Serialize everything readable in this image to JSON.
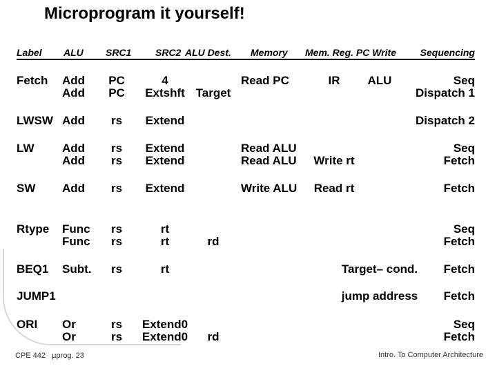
{
  "slide": {
    "title": "Microprogram it yourself!",
    "footer_left": "CPE 442   µprog. 23",
    "footer_right": "Intro. To Computer Architecture"
  },
  "table": {
    "headers": [
      "Label",
      "ALU",
      "SRC1",
      "SRC2",
      "ALU Dest.",
      "Memory",
      "Mem. Reg. PC Write",
      "Sequencing"
    ],
    "columns": [
      "label",
      "alu",
      "src1",
      "src2",
      "alu_dest",
      "memory",
      "mem_reg",
      "pc_write",
      "sequencing"
    ],
    "rows": [
      {
        "label": [
          "Fetch"
        ],
        "alu": [
          "Add",
          "Add"
        ],
        "src1": [
          "PC",
          "PC"
        ],
        "src2": [
          "4",
          "Extshft"
        ],
        "alu_dest": [
          "",
          "Target"
        ],
        "memory": [
          "Read PC"
        ],
        "mem_reg": [
          "IR"
        ],
        "pc_write": [
          "ALU"
        ],
        "sequencing": [
          "Seq",
          "Dispatch 1"
        ]
      },
      {
        "label": [
          "LWSW"
        ],
        "alu": [
          "Add"
        ],
        "src1": [
          "rs"
        ],
        "src2": [
          "Extend"
        ],
        "sequencing": [
          "Dispatch 2"
        ]
      },
      {
        "label": [
          "LW"
        ],
        "alu": [
          "Add",
          "Add"
        ],
        "src1": [
          "rs",
          "rs"
        ],
        "src2": [
          "Extend",
          "Extend"
        ],
        "memory": [
          "Read ALU",
          "Read ALU"
        ],
        "mem_reg": [
          "",
          "Write rt"
        ],
        "sequencing": [
          "Seq",
          "Fetch"
        ]
      },
      {
        "label": [
          "SW"
        ],
        "alu": [
          "Add"
        ],
        "src1": [
          "rs"
        ],
        "src2": [
          "Extend"
        ],
        "memory": [
          "Write ALU"
        ],
        "mem_reg": [
          "Read rt"
        ],
        "sequencing": [
          "Fetch"
        ]
      },
      {
        "label": [
          "Rtype"
        ],
        "alu": [
          "Func",
          "Func"
        ],
        "src1": [
          "rs",
          "rs"
        ],
        "src2": [
          "rt",
          "rt"
        ],
        "alu_dest": [
          "",
          "rd"
        ],
        "sequencing": [
          "Seq",
          "Fetch"
        ]
      },
      {
        "label": [
          "BEQ1"
        ],
        "alu": [
          "Subt."
        ],
        "src1": [
          "rs"
        ],
        "src2": [
          "rt"
        ],
        "pc_write": [
          "Target– cond."
        ],
        "sequencing": [
          "Fetch"
        ]
      },
      {
        "label": [
          "JUMP1"
        ],
        "pc_write": [
          "jump address"
        ],
        "sequencing": [
          "Fetch"
        ]
      },
      {
        "label": [
          "ORI"
        ],
        "alu": [
          "Or",
          "Or"
        ],
        "src1": [
          "rs",
          "rs"
        ],
        "src2": [
          "Extend0",
          "Extend0"
        ],
        "alu_dest": [
          "",
          "rd"
        ],
        "sequencing": [
          "Seq",
          "Fetch"
        ]
      }
    ]
  }
}
